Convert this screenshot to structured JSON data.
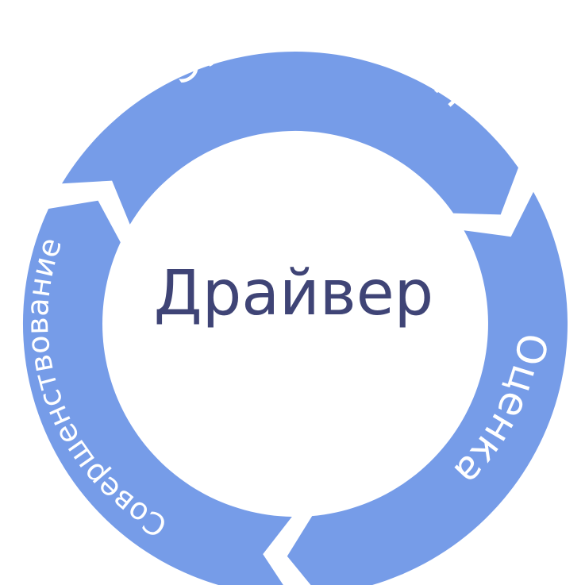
{
  "center": {
    "label": "Драйвер",
    "color": "#3f4476"
  },
  "segments": [
    {
      "label": "Эксперимент"
    },
    {
      "label": "Оценка"
    },
    {
      "label": "Совершенствование"
    }
  ],
  "colors": {
    "ring": "#769ce8",
    "background": "#ffffff",
    "text_on_ring": "#ffffff"
  }
}
